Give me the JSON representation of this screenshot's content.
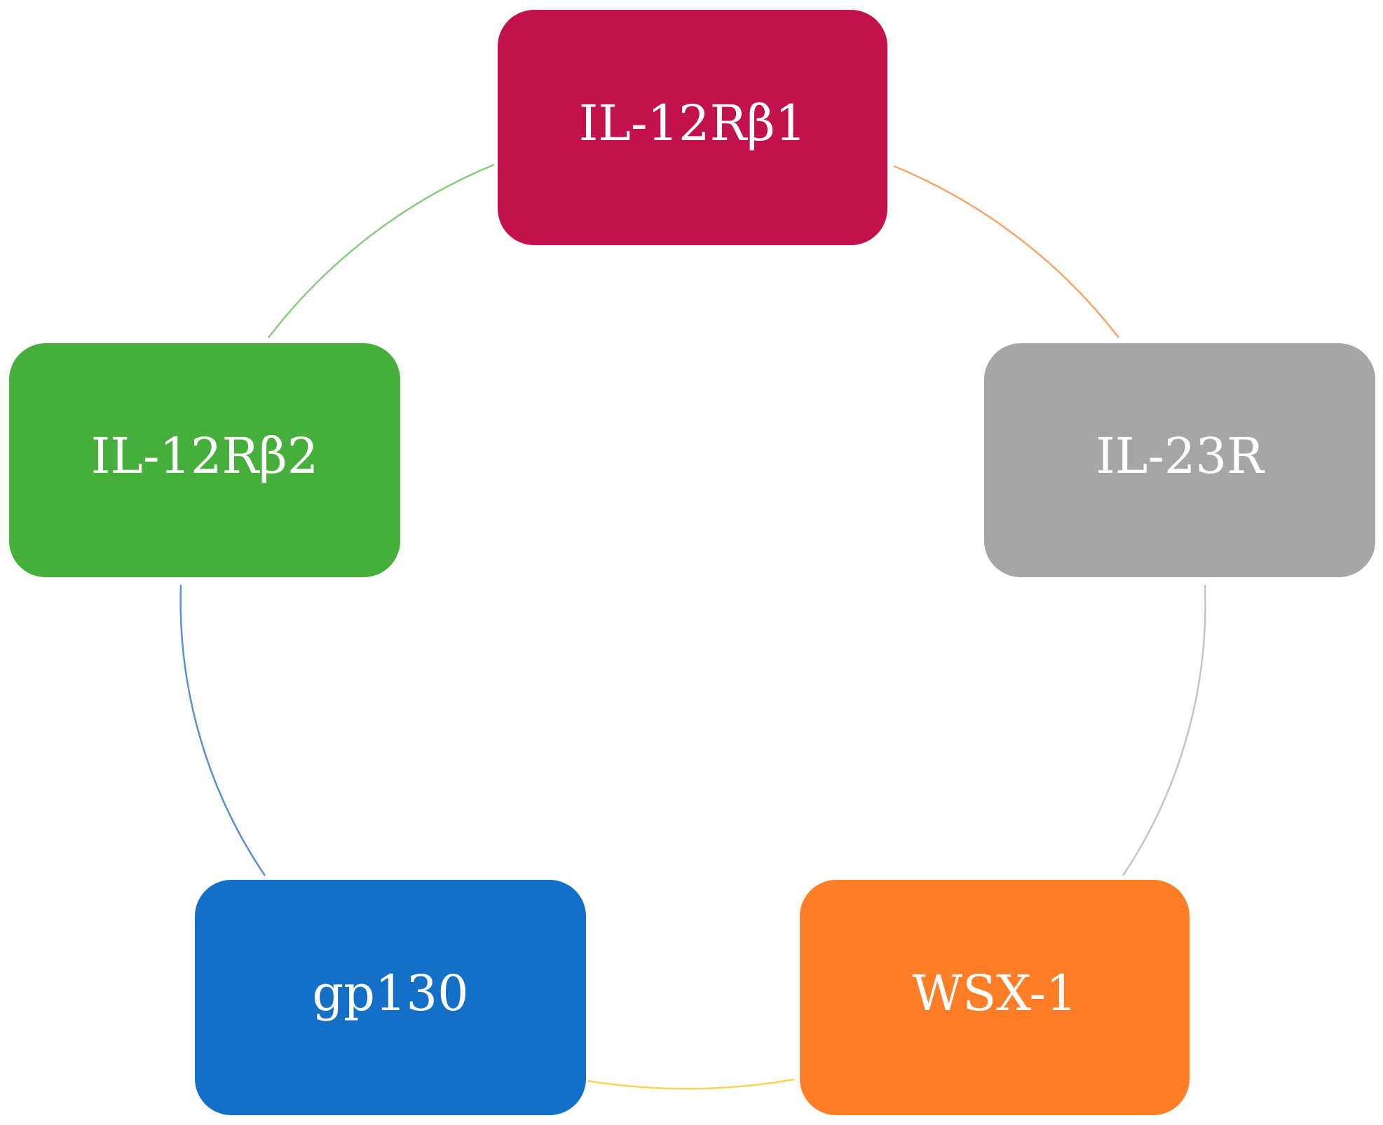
{
  "diagram": {
    "type": "cycle",
    "nodes": [
      {
        "id": "il12rb1",
        "label": "IL-12Rβ1",
        "color": "#C2124B"
      },
      {
        "id": "il23r",
        "label": "IL-23R",
        "color": "#A6A6A6"
      },
      {
        "id": "wsx1",
        "label": "WSX-1",
        "color": "#FD7E27"
      },
      {
        "id": "gp130",
        "label": "gp130",
        "color": "#146FC6"
      },
      {
        "id": "il12rb2",
        "label": "IL-12Rβ2",
        "color": "#46AE3B"
      }
    ],
    "connectors": [
      {
        "from": "il12rb1",
        "to": "il23r",
        "color": "#F7A56B"
      },
      {
        "from": "il23r",
        "to": "wsx1",
        "color": "#C4C4C4"
      },
      {
        "from": "wsx1",
        "to": "gp130",
        "color": "#F9D35A"
      },
      {
        "from": "gp130",
        "to": "il12rb2",
        "color": "#5A8FDA"
      },
      {
        "from": "il12rb2",
        "to": "il12rb1",
        "color": "#8ACB7E"
      }
    ]
  }
}
